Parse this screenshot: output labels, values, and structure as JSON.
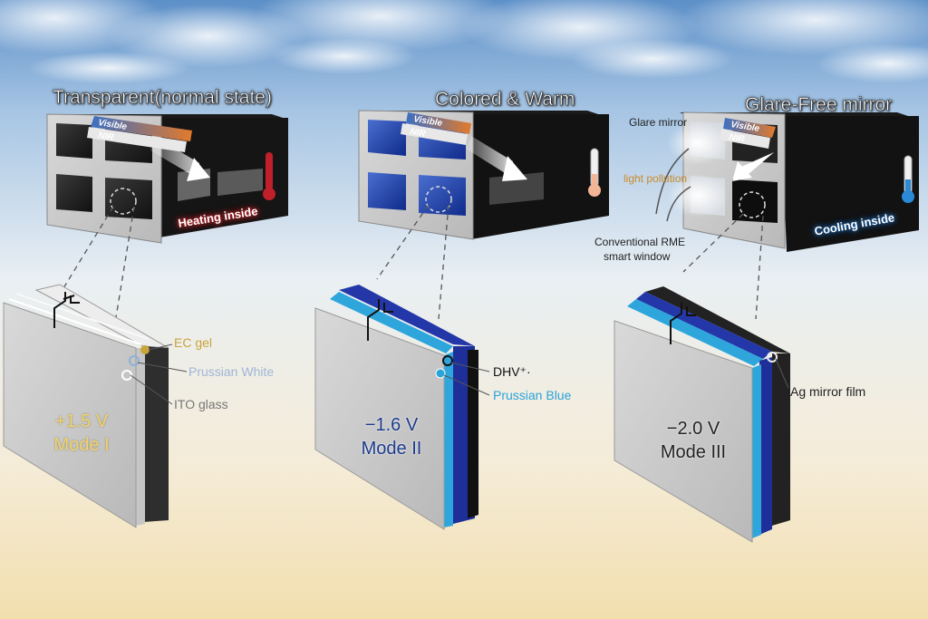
{
  "panels": [
    {
      "title": "Transparent(normal state)",
      "arrow_visible": "Visible",
      "arrow_nir": "NIR",
      "effect_label": "Heating inside",
      "effect_color": "#e0242a",
      "voltage": "+1.5 V",
      "mode": "Mode I",
      "text_color": "#f2d170",
      "layer_labels": [
        "EC gel",
        "Prussian White",
        "ITO glass"
      ],
      "layer_colors": [
        "#c8a43a",
        "#9fb6d6",
        "#777777"
      ]
    },
    {
      "title": "Colored & Warm",
      "arrow_visible": "Visible",
      "arrow_nir": "NIR",
      "voltage": "−1.6 V",
      "mode": "Mode II",
      "text_color": "#1b3a8c",
      "layer_labels": [
        "DHV⁺·",
        "Prussian Blue"
      ],
      "layer_colors": [
        "#111111",
        "#2aa3d8"
      ]
    },
    {
      "title": "Glare-Free mirror",
      "arrow_visible": "Visible",
      "arrow_nir": "NIR",
      "effect_label": "Cooling inside",
      "effect_color": "#1e72c8",
      "voltage": "−2.0 V",
      "mode": "Mode III",
      "text_color": "#222222",
      "layer_labels": [
        "Ag mirror film"
      ],
      "layer_colors": [
        "#222222"
      ],
      "annotations": [
        "Glare mirror",
        "light pollution",
        "Conventional RME",
        "smart window"
      ],
      "annotation_colors": [
        "#222222",
        "#c98a2a",
        "#222222"
      ]
    }
  ],
  "icons": [
    "thermometer-icon",
    "voltage-source-icon",
    "sun-ray-arrow-icon"
  ]
}
